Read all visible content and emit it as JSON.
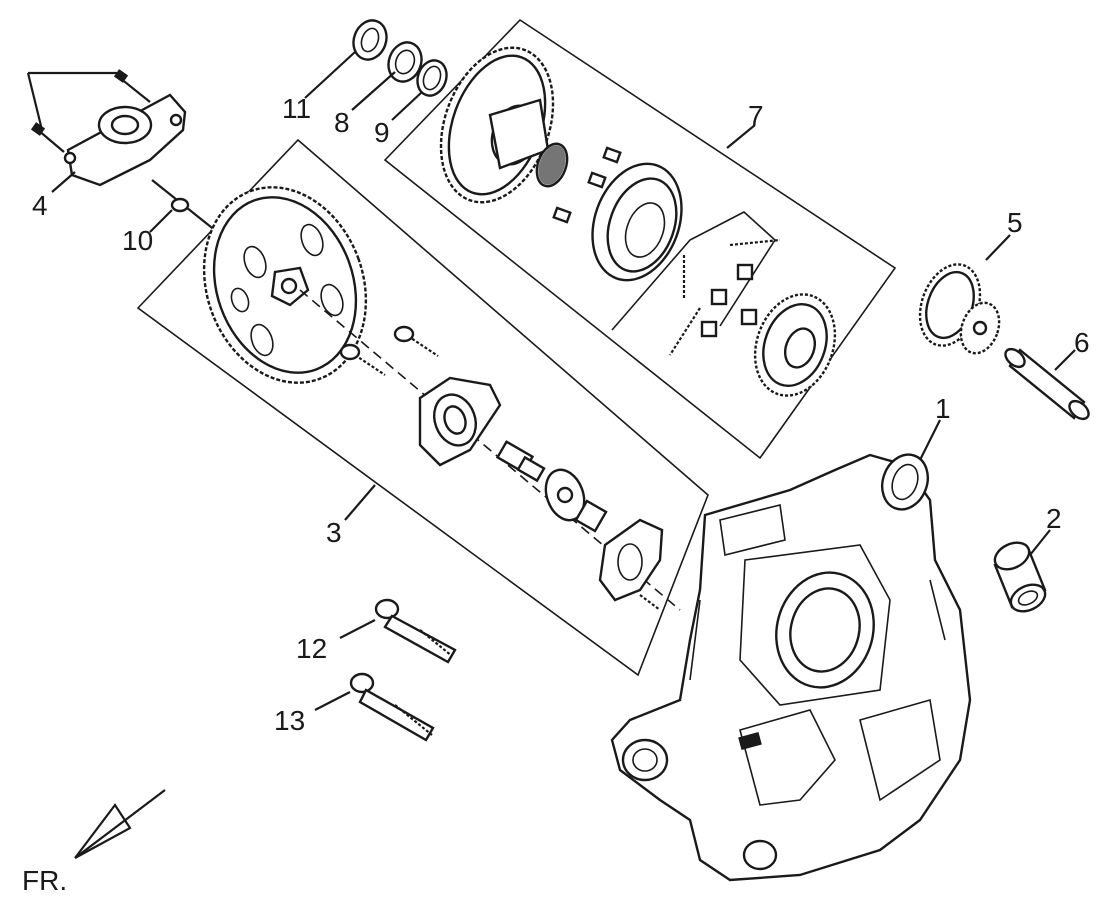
{
  "diagram": {
    "callouts": {
      "p1": "1",
      "p2": "2",
      "p3": "3",
      "p4": "4",
      "p5": "5",
      "p6": "6",
      "p7": "7",
      "p8": "8",
      "p9": "9",
      "p10": "10",
      "p11": "11",
      "p12": "12",
      "p13": "13"
    },
    "front_marker": "FR."
  }
}
